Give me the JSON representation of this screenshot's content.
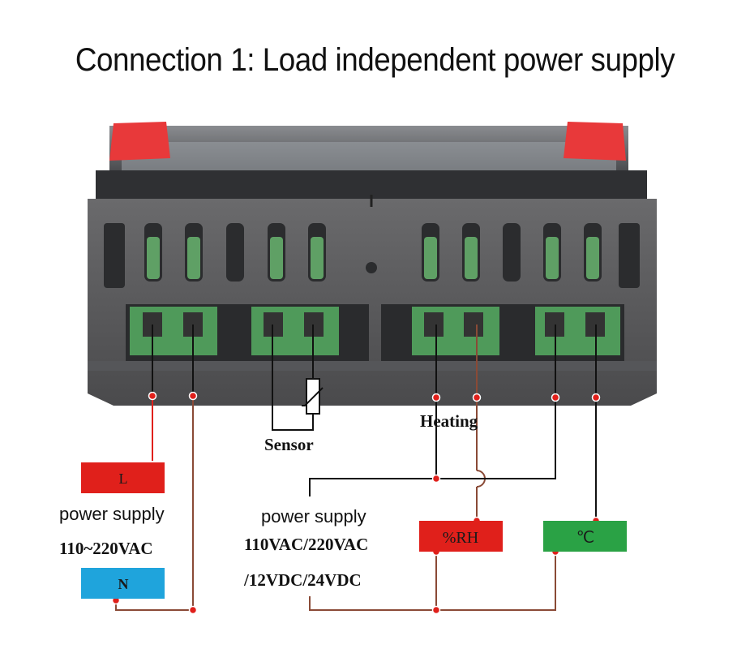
{
  "title": "Connection 1: Load independent power supply",
  "labels": {
    "sensor": "Sensor",
    "heating": "Heating",
    "L": "L",
    "N": "N",
    "rh": "%RH",
    "celsius": "℃",
    "power_supply_left": "power supply",
    "voltage_left": "110~220VAC",
    "power_supply_right": "power supply",
    "voltage_right_1": "110VAC/220VAC",
    "voltage_right_2": "/12VDC/24VDC"
  },
  "colors": {
    "housing": "#5a5a5c",
    "red_clip": "#e8393a",
    "terminal_green": "#4f9a5a",
    "L_box": "#e0201b",
    "N_box": "#1fa4dc",
    "rh_box": "#e0201b",
    "celsius_box": "#2aa245",
    "wire_red": "#e0201b",
    "wire_brown": "#8a4a36",
    "wire_black": "#111111"
  }
}
